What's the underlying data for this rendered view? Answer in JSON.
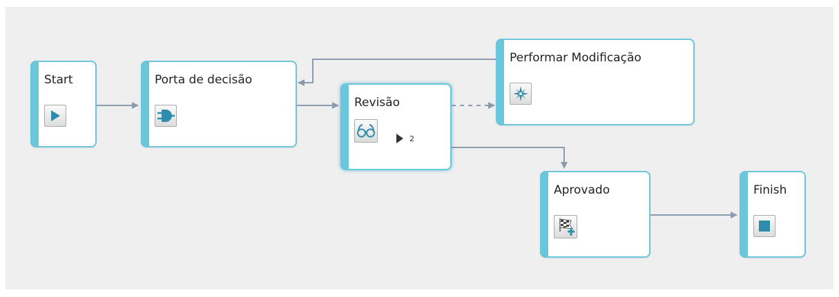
{
  "colors": {
    "canvas_bg": "#efefef",
    "node_border": "#6ac6da",
    "edge": "#8a9bad",
    "icon_blue": "#2f8dab"
  },
  "nodes": {
    "start": {
      "label": "Start",
      "icon": "play-icon"
    },
    "decision": {
      "label": "Porta de decisão",
      "icon": "decision-gate-icon"
    },
    "review": {
      "label": "Revisão",
      "icon": "glasses-icon",
      "count": "2"
    },
    "modify": {
      "label": "Performar Modificação",
      "icon": "compass-star-icon"
    },
    "approved": {
      "label": "Aprovado",
      "icon": "checkered-flag-icon"
    },
    "finish": {
      "label": "Finish",
      "icon": "stop-icon"
    }
  },
  "edges": [
    {
      "from": "start",
      "to": "decision",
      "style": "solid"
    },
    {
      "from": "decision",
      "to": "review",
      "style": "solid"
    },
    {
      "from": "review",
      "to": "modify",
      "style": "dashed"
    },
    {
      "from": "modify",
      "to": "decision",
      "style": "solid"
    },
    {
      "from": "review",
      "to": "approved",
      "style": "solid"
    },
    {
      "from": "approved",
      "to": "finish",
      "style": "solid"
    }
  ]
}
